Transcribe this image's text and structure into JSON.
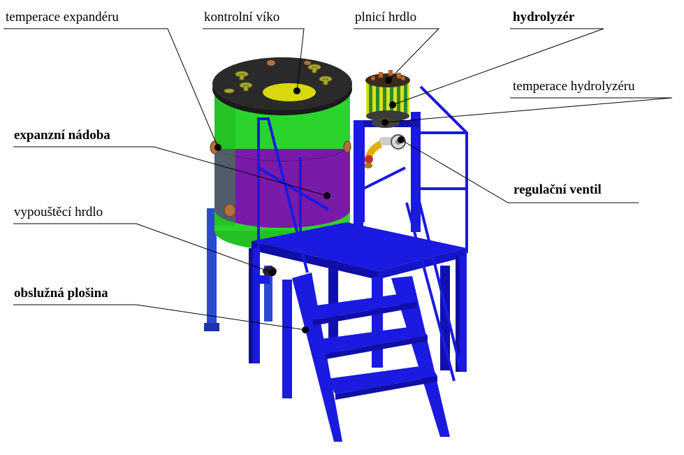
{
  "labels": {
    "temperace_expanderu": "temperace expandéru",
    "kontrolni_viko": "kontrolní víko",
    "plnici_hrdlo": "plnicí hrdlo",
    "hydrolyzer": "hydrolyzér",
    "temperace_hydrolyzeru": "temperace hydrolyzéru",
    "expanzni_nadoba": "expanzní nádoba",
    "regulacni_ventil": "regulační ventil",
    "vypousteci_hrdlo": "vypouštěcí hrdlo",
    "obsluzna_plosina": "obslužná plošina"
  },
  "colors": {
    "tank_green": "#2bd42b",
    "tank_purple": "#7a1aa8",
    "lid": "#262626",
    "lid_center": "#d8d80a",
    "steel_blue": "#1a1ae0",
    "steel_dark": "#0f0fa8",
    "flange": "#b07040",
    "valve_yellow": "#e0b000"
  }
}
